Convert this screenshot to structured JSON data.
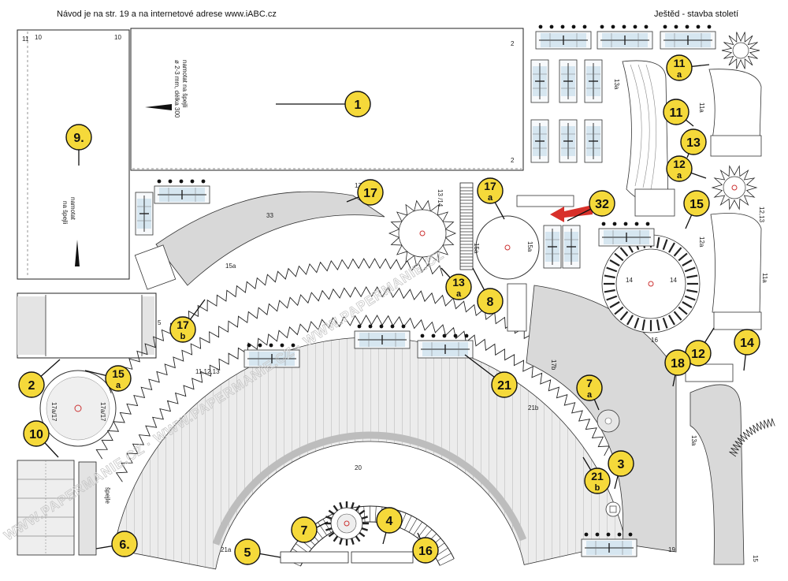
{
  "header": {
    "left": "Návod je na str. 19 a na internetové adrese www.iABC.cz",
    "right": "Ještěd - stavba století"
  },
  "notes": {
    "part1_line1": "namotat na špejli",
    "part1_line2": "ø 2-3 mm, délka 300",
    "part9_line1": "namotat",
    "part9_line2": "na špejli",
    "part6_label": "špejle"
  },
  "watermark": "WWW.PAPERMANIE.CZ · WWW.PAPERMANIE.CZ · WWW.PAPERMANIE.CZ",
  "markers": [
    {
      "id": "m1",
      "label": "1"
    },
    {
      "id": "m9",
      "label": "9."
    },
    {
      "id": "m2",
      "label": "2"
    },
    {
      "id": "m15a",
      "label": "15 a"
    },
    {
      "id": "m10",
      "label": "10"
    },
    {
      "id": "m6",
      "label": "6."
    },
    {
      "id": "m17b",
      "label": "17 b"
    },
    {
      "id": "m17top",
      "label": "17"
    },
    {
      "id": "m17a",
      "label": "17 a"
    },
    {
      "id": "m13a",
      "label": "13 a"
    },
    {
      "id": "m8",
      "label": "8"
    },
    {
      "id": "m32",
      "label": "32"
    },
    {
      "id": "m11a",
      "label": "11 a"
    },
    {
      "id": "m11",
      "label": "11"
    },
    {
      "id": "m13",
      "label": "13"
    },
    {
      "id": "m12a",
      "label": "12 a"
    },
    {
      "id": "m15",
      "label": "15"
    },
    {
      "id": "m12",
      "label": "12"
    },
    {
      "id": "m14",
      "label": "14"
    },
    {
      "id": "m18",
      "label": "18"
    },
    {
      "id": "m21",
      "label": "21"
    },
    {
      "id": "m7a",
      "label": "7 a"
    },
    {
      "id": "m3",
      "label": "3"
    },
    {
      "id": "m21b",
      "label": "21 b"
    },
    {
      "id": "m7",
      "label": "7"
    },
    {
      "id": "m4",
      "label": "4"
    },
    {
      "id": "m16",
      "label": "16"
    },
    {
      "id": "m5",
      "label": "5"
    }
  ],
  "part_labels": {
    "p10a": "10",
    "p10b": "10",
    "p11": "11",
    "p2a": "2",
    "p2b": "2",
    "p5": "5",
    "p17a17": "17a/17",
    "p17a17b": "17a/17",
    "p17b": "17b",
    "p33": "33",
    "p15a": "15a",
    "p13_14": "13 /14",
    "p17": "17",
    "p15a2": "15a",
    "p15a3": "15a",
    "p11_12": "11,12",
    "p13": "13",
    "p13a": "13a",
    "p11a": "11a",
    "p12a": "12a",
    "p12_13": "12,13",
    "p11a2": "11a",
    "p14": "14",
    "p14b": "14",
    "p16": "16",
    "p17b2": "17b",
    "p21b": "21b",
    "p13a2": "13a",
    "p15": "15",
    "p19": "19",
    "p20": "20",
    "p21a": "21a",
    "p15b": "15",
    "p8": "8",
    "p11_12_13": "11,12,13",
    "p18": "18"
  }
}
